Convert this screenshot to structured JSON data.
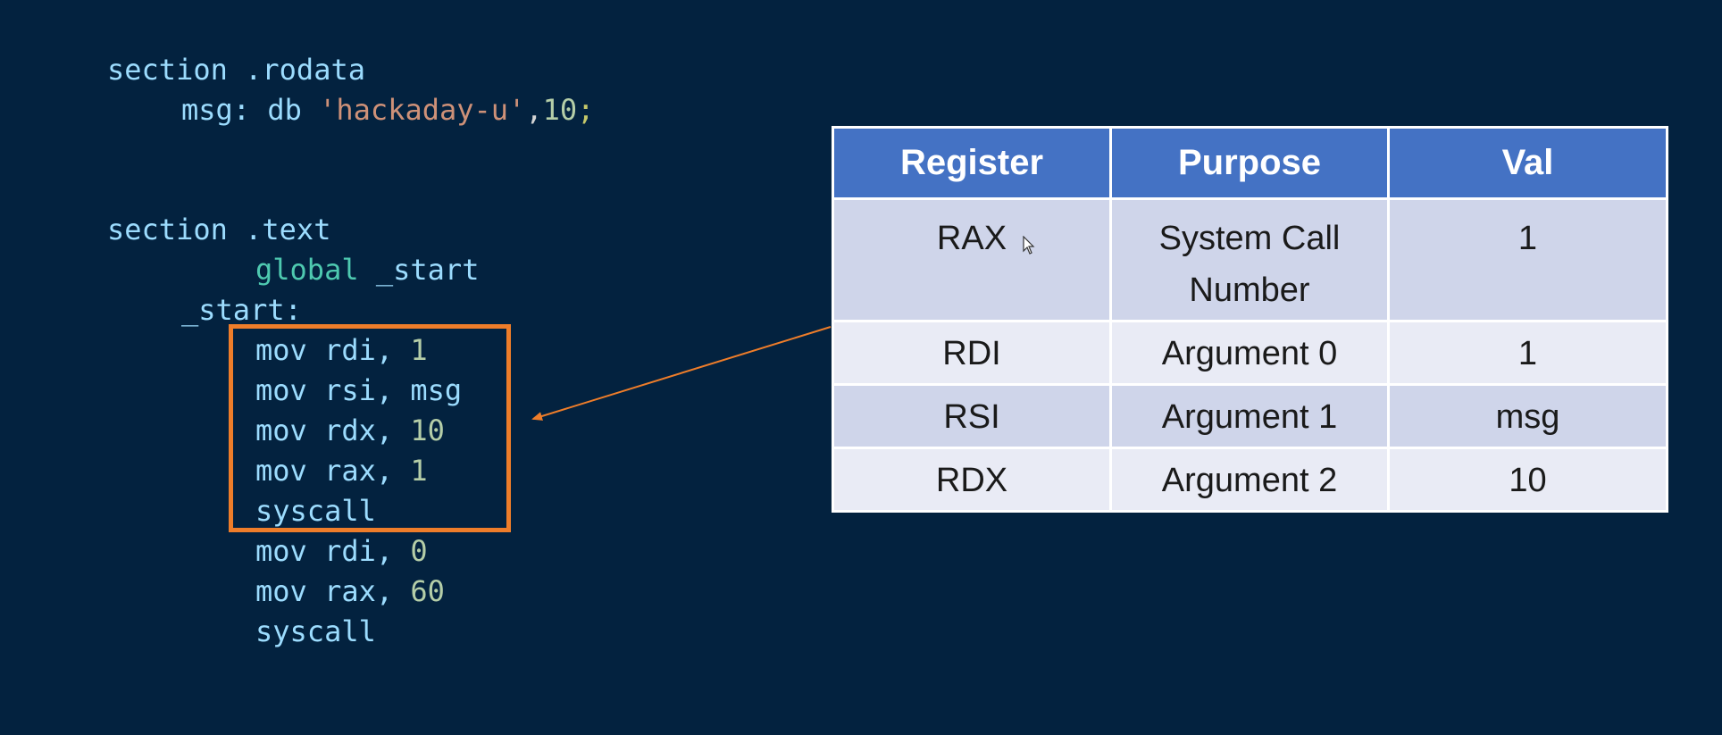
{
  "code": {
    "lines": [
      {
        "tokens": [
          {
            "t": "section .rodata",
            "c": "plain"
          }
        ]
      },
      {
        "tokens": [
          {
            "t": "msg: db ",
            "c": "plain"
          },
          {
            "t": "'hackaday-u'",
            "c": "str"
          },
          {
            "t": ",",
            "c": "punc"
          },
          {
            "t": "10",
            "c": "num"
          },
          {
            "t": ";",
            "c": "semi"
          }
        ]
      },
      {
        "tokens": [
          {
            "t": "section .text",
            "c": "plain"
          }
        ]
      },
      {
        "tokens": [
          {
            "t": "global",
            "c": "key"
          },
          {
            "t": " _start",
            "c": "plain"
          }
        ]
      },
      {
        "tokens": [
          {
            "t": "_start:",
            "c": "plain"
          }
        ]
      },
      {
        "tokens": [
          {
            "t": "mov rdi, ",
            "c": "plain"
          },
          {
            "t": "1",
            "c": "num"
          }
        ]
      },
      {
        "tokens": [
          {
            "t": "mov rsi, msg",
            "c": "plain"
          }
        ]
      },
      {
        "tokens": [
          {
            "t": "mov rdx, ",
            "c": "plain"
          },
          {
            "t": "10",
            "c": "num"
          }
        ]
      },
      {
        "tokens": [
          {
            "t": "mov rax, ",
            "c": "plain"
          },
          {
            "t": "1",
            "c": "num"
          }
        ]
      },
      {
        "tokens": [
          {
            "t": "syscall",
            "c": "plain"
          }
        ]
      },
      {
        "tokens": [
          {
            "t": "mov rdi, ",
            "c": "plain"
          },
          {
            "t": "0",
            "c": "num"
          }
        ]
      },
      {
        "tokens": [
          {
            "t": "mov rax, ",
            "c": "plain"
          },
          {
            "t": "60",
            "c": "num"
          }
        ]
      },
      {
        "tokens": [
          {
            "t": "syscall",
            "c": "plain"
          }
        ]
      }
    ]
  },
  "table": {
    "headers": [
      "Register",
      "Purpose",
      "Val"
    ],
    "rows": [
      [
        "RAX",
        "System Call Number",
        "1"
      ],
      [
        "RDI",
        "Argument 0",
        "1"
      ],
      [
        "RSI",
        "Argument 1",
        "msg"
      ],
      [
        "RDX",
        "Argument 2",
        "10"
      ]
    ]
  },
  "colors": {
    "background": "#03223f",
    "highlight": "#ee7d2a",
    "table_header": "#4472c4",
    "table_row_odd": "#cfd5ea",
    "table_row_even": "#e9ebf5"
  }
}
